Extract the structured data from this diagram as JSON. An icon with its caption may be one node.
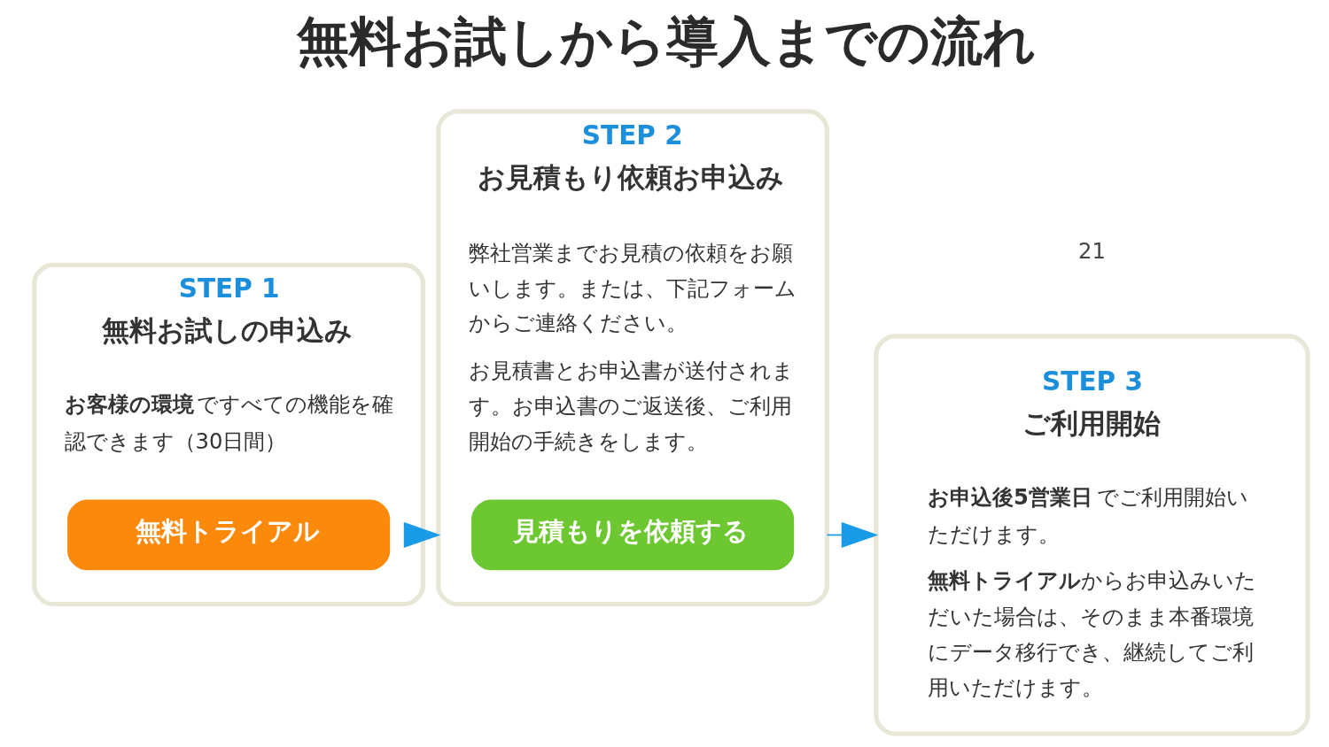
{
  "diagram": {
    "title": "無料お試しから導入までの流れ",
    "nodes": [
      {
        "text": [
          "STEP 1",
          "無料お試しの申込み",
          "**お客様の環境**ですべての機能を確認できます（30日間）"
        ]
      },
      {
        "text": [
          "無料トライアル"
        ],
        "in": 0
      },
      {
        "text": [
          "STEP 2",
          "お見積もり依頼お申込み",
          "弊社営業までお見積の依頼をお願いします。または、下記フォームからご連絡ください。",
          "お見積書とお申込書が送付されます。お申込書のご返送後、ご利用開始の手続きをします。"
        ]
      },
      {
        "text": [
          "見積もりを依頼する"
        ],
        "in": 2
      },
      {
        "text": [
          "STEP 3",
          "ご利用開始",
          "**お申込後5営業日**でご利用開始いただけます。",
          "**無料トライアル**からお申込みいただいた場合は、そのまま本番環境にデータ移行でき、継続してご利用いただけます。"
        ]
      }
    ],
    "edges": [
      {
        "from": 0,
        "to": 2,
        "arrow": "to"
      },
      {
        "from": 2,
        "to": 4,
        "arrow": "to"
      }
    ],
    "labels": [
      "21"
    ]
  }
}
